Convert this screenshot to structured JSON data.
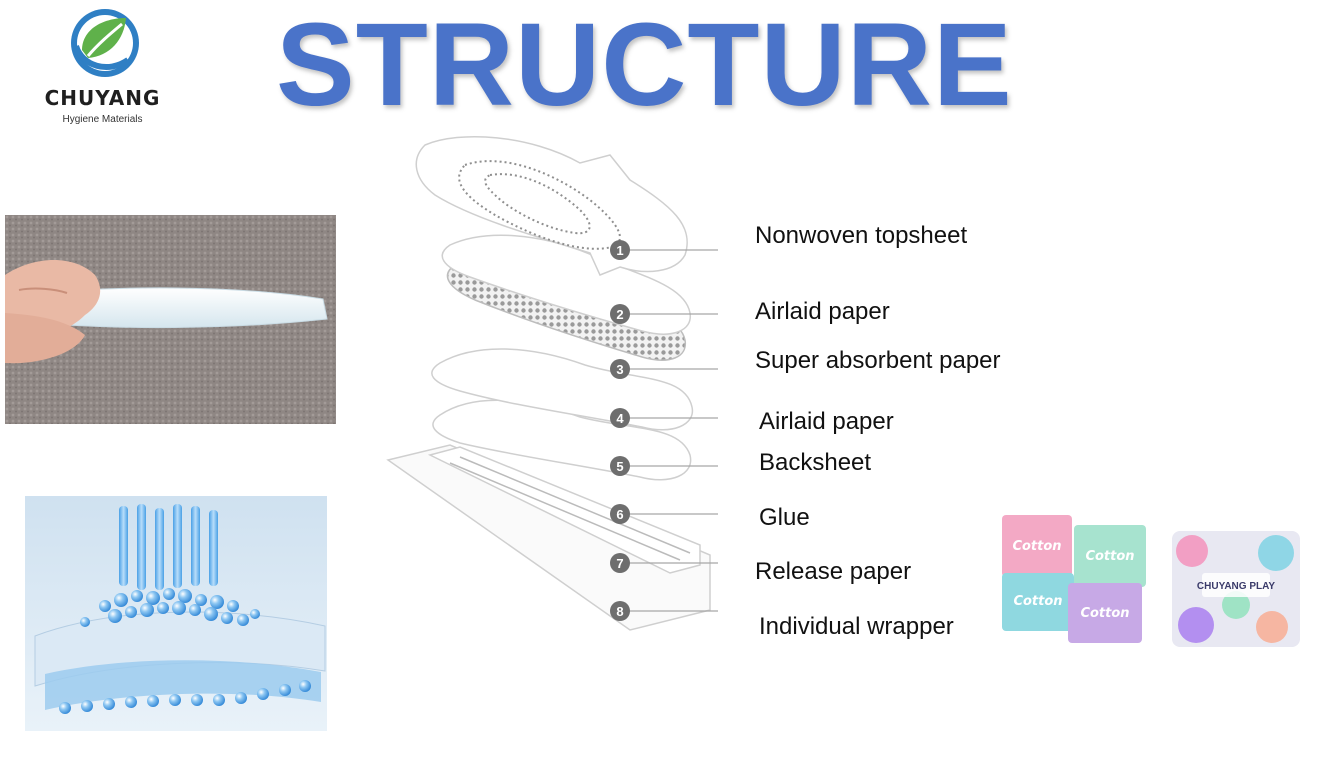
{
  "brand": {
    "name": "CHUYANG",
    "tagline": "Hygiene Materials",
    "colors": {
      "leaf_green": "#5fb14a",
      "ring_blue": "#2f7fc4",
      "title_blue": "#4a73c9"
    }
  },
  "title": "STRUCTURE",
  "layers": [
    {
      "number": "1",
      "label": "Nonwoven topsheet"
    },
    {
      "number": "2",
      "label": "Airlaid paper"
    },
    {
      "number": "3",
      "label": "Super absorbent paper"
    },
    {
      "number": "4",
      "label": "Airlaid paper"
    },
    {
      "number": "5",
      "label": "Backsheet"
    },
    {
      "number": "6",
      "label": "Glue"
    },
    {
      "number": "7",
      "label": "Release paper"
    },
    {
      "number": "8",
      "label": "Individual wrapper"
    }
  ],
  "product_packs": {
    "pack_text": [
      "Cotton",
      "Cotton",
      "Cotton",
      "Cotton"
    ],
    "play_pack_text": "CHUYANG PLAY"
  },
  "icons": [
    "logo-leaf-icon"
  ]
}
